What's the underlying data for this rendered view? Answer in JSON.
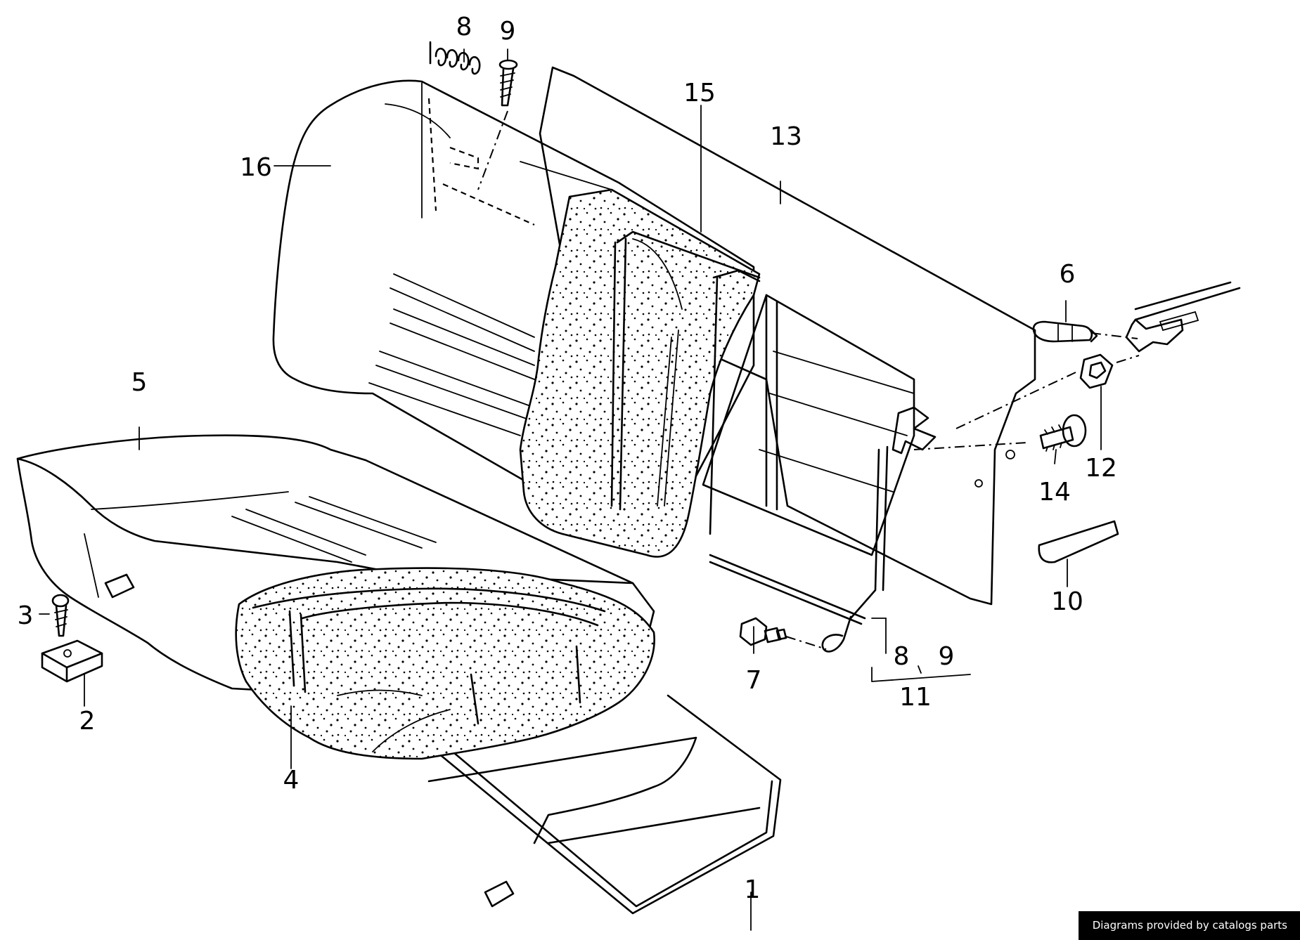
{
  "diagram": {
    "labels": [
      "1",
      "2",
      "3",
      "4",
      "5",
      "6",
      "7",
      "8",
      "9",
      "8",
      "9",
      "10",
      "11",
      "12",
      "13",
      "14",
      "15",
      "16"
    ]
  },
  "footer": {
    "credit": "Diagrams provided by catalogs parts"
  }
}
